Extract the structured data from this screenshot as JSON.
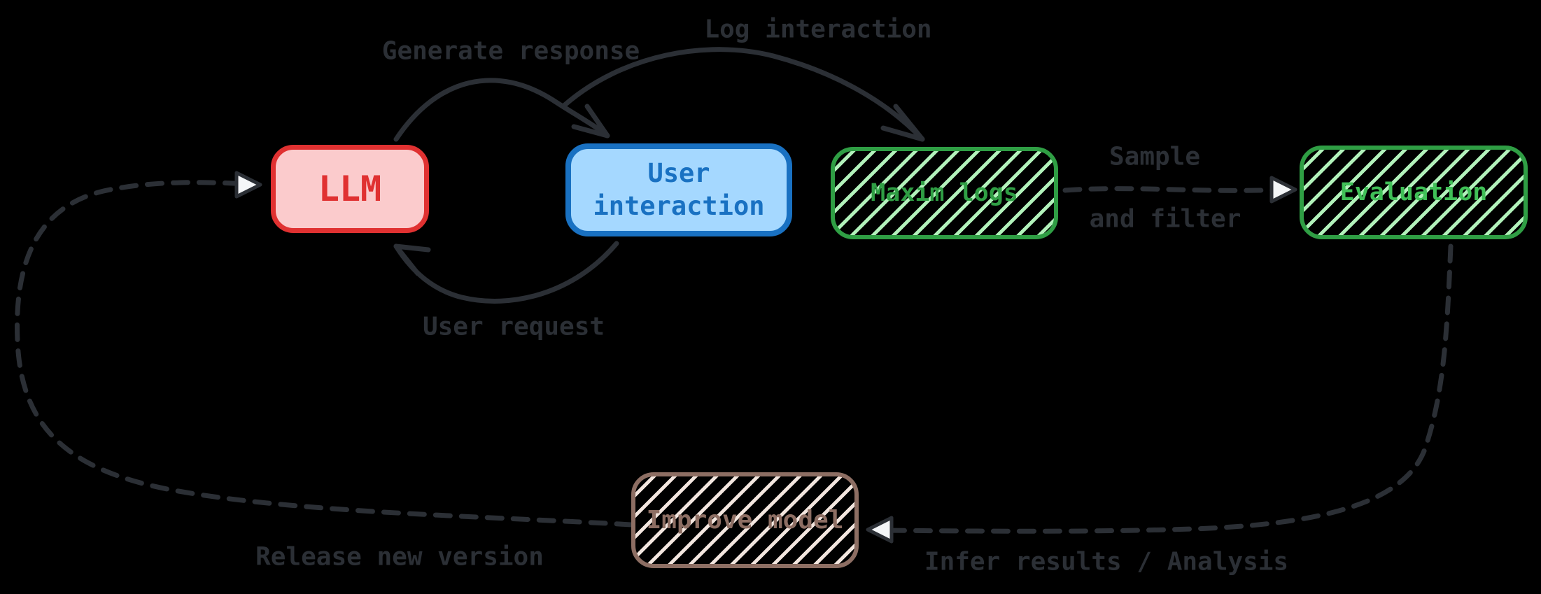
{
  "diagram": {
    "background_color": "#000000",
    "arrow_color": "#2b2f35",
    "dashed_arrowhead_fill": "#f4f6f8",
    "nodes": [
      {
        "id": "llm",
        "label": "LLM",
        "shape": "rounded-rect",
        "fill_style": "solid",
        "fill": "#fbcbcc",
        "stroke": "#e03131",
        "text_color": "#e03131"
      },
      {
        "id": "user-interaction",
        "label": "User interaction",
        "shape": "rounded-rect",
        "fill_style": "solid",
        "fill": "#a5d8ff",
        "stroke": "#1971c2",
        "text_color": "#1971c2"
      },
      {
        "id": "maxim-logs",
        "label": "Maxim logs",
        "shape": "rounded-rect",
        "fill_style": "hatched",
        "hatch_color": "#b2f2bb",
        "stroke": "#2f9e44",
        "text_color": "#2f9e44"
      },
      {
        "id": "evaluation",
        "label": "Evaluation",
        "shape": "rounded-rect",
        "fill_style": "hatched",
        "hatch_color": "#b2f2bb",
        "stroke": "#2f9e44",
        "text_color": "#40c057"
      },
      {
        "id": "improve-model",
        "label": "Improve model",
        "shape": "rounded-rect",
        "fill_style": "hatched",
        "hatch_color": "#f3e6df",
        "stroke": "#8d6e63",
        "text_color": "#8d6e63"
      }
    ],
    "edges": [
      {
        "id": "generate-response",
        "label": "Generate response",
        "from": "llm",
        "to": "user-interaction",
        "style": "solid-curve"
      },
      {
        "id": "log-interaction",
        "label": "Log interaction",
        "from": "user-interaction",
        "to": "maxim-logs",
        "style": "solid-curve"
      },
      {
        "id": "user-request",
        "label": "User request",
        "from": "user-interaction",
        "to": "llm",
        "style": "solid-curve"
      },
      {
        "id": "sample-and-filter",
        "label_line1": "Sample",
        "label_line2": "and filter",
        "from": "maxim-logs",
        "to": "evaluation",
        "style": "dashed"
      },
      {
        "id": "infer-results",
        "label": "Infer results / Analysis",
        "from": "evaluation",
        "to": "improve-model",
        "style": "dashed"
      },
      {
        "id": "release-new-version",
        "label": "Release new version",
        "from": "improve-model",
        "to": "llm",
        "style": "dashed"
      }
    ]
  }
}
